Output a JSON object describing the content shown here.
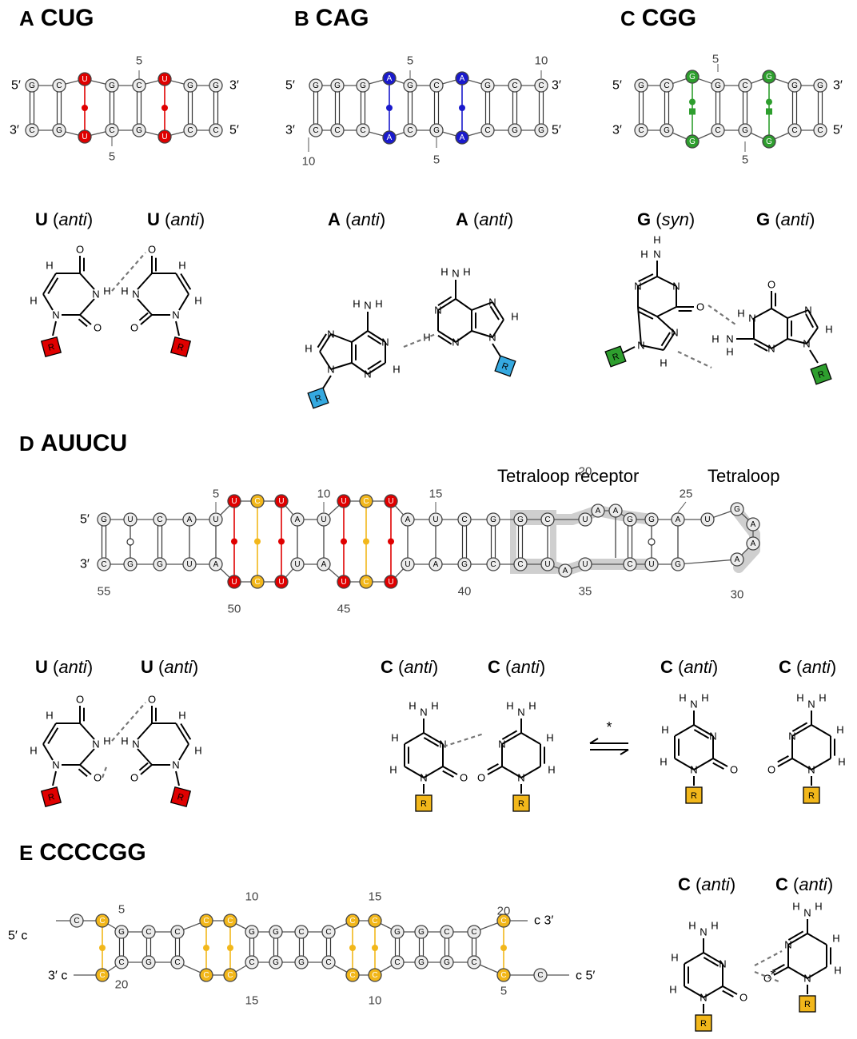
{
  "panels": [
    {
      "letter": "A",
      "title": "CUG"
    },
    {
      "letter": "B",
      "title": "CAG"
    },
    {
      "letter": "C",
      "title": "CGG"
    },
    {
      "letter": "D",
      "title": "AUUCU"
    },
    {
      "letter": "E",
      "title": "CCCCGG"
    }
  ],
  "colors": {
    "red": "#e00000",
    "blue": "#1a1acc",
    "green": "#2e9e2e",
    "yellow": "#f2b71b",
    "cyan": "#35a9e0",
    "gray": "#cfcfcf"
  },
  "captions": {
    "A": [
      {
        "base": "U",
        "conf": "anti"
      },
      {
        "base": "U",
        "conf": "anti"
      }
    ],
    "B": [
      {
        "base": "A",
        "conf": "anti"
      },
      {
        "base": "A",
        "conf": "anti"
      }
    ],
    "C": [
      {
        "base": "G",
        "conf": "syn"
      },
      {
        "base": "G",
        "conf": "anti"
      }
    ],
    "D1": [
      {
        "base": "U",
        "conf": "anti"
      },
      {
        "base": "U",
        "conf": "anti"
      }
    ],
    "D2": [
      {
        "base": "C",
        "conf": "anti"
      },
      {
        "base": "C",
        "conf": "anti"
      }
    ],
    "D3": [
      {
        "base": "C",
        "conf": "anti"
      },
      {
        "base": "C",
        "conf": "anti"
      }
    ],
    "E": [
      {
        "base": "C",
        "conf": "anti"
      },
      {
        "base": "C",
        "conf": "anti"
      }
    ]
  },
  "annotations": {
    "tetraloop_receptor": "Tetraloop receptor",
    "tetraloop": "Tetraloop",
    "asterisk": "*"
  },
  "end_labels": {
    "five": "5′",
    "three": "3′",
    "five_c": "5′ c",
    "three_c": "3′ c",
    "c": "c"
  },
  "structures": {
    "A": {
      "top": [
        "G",
        "C",
        "U",
        "G",
        "C",
        "U",
        "G",
        "G"
      ],
      "bottom": [
        "C",
        "G",
        "U",
        "C",
        "G",
        "U",
        "C",
        "C"
      ],
      "top_numbers": [
        "5"
      ],
      "bottom_numbers": [
        "5"
      ]
    },
    "B": {
      "top": [
        "G",
        "G",
        "A",
        "G",
        "C",
        "A",
        "G",
        "C",
        "C"
      ],
      "bottom": [
        "C",
        "C",
        "A",
        "C",
        "G",
        "A",
        "C",
        "G",
        "G"
      ],
      "top_numbers": [
        "5",
        "10"
      ],
      "bottom_numbers": [
        "10",
        "5"
      ]
    },
    "C": {
      "top": [
        "G",
        "C",
        "G",
        "G",
        "C",
        "G",
        "G",
        "G"
      ],
      "bottom": [
        "C",
        "G",
        "G",
        "C",
        "G",
        "G",
        "C",
        "C"
      ],
      "top_numbers": [
        "5"
      ],
      "bottom_numbers": [
        "5"
      ]
    },
    "D": {
      "top": [
        "G",
        "U",
        "C",
        "A",
        "U",
        "U",
        "C",
        "U",
        "A",
        "U",
        "U",
        "C",
        "U",
        "A",
        "U",
        "C",
        "G",
        "G",
        "C",
        "U",
        "A",
        "A",
        "G",
        "G",
        "A",
        "U"
      ],
      "bottom": [
        "C",
        "G",
        "G",
        "U",
        "A",
        "U",
        "C",
        "U",
        "U",
        "A",
        "U",
        "C",
        "U",
        "U",
        "A",
        "G",
        "C",
        "C",
        "U",
        "A",
        "U",
        "C",
        "U",
        "G"
      ],
      "loop": [
        "G",
        "A",
        "A",
        "A"
      ],
      "top_numbers": [
        "5",
        "10",
        "15",
        "20",
        "25"
      ],
      "bottom_numbers": [
        "55",
        "50",
        "45",
        "40",
        "35",
        "30"
      ]
    },
    "E": {
      "top": [
        "C",
        "C",
        "G",
        "C",
        "C",
        "C",
        "C",
        "G",
        "G",
        "C",
        "C",
        "C",
        "C",
        "G",
        "G",
        "C",
        "C",
        "C"
      ],
      "bottom": [
        "C",
        "C",
        "G",
        "C",
        "C",
        "G",
        "G",
        "C",
        "C",
        "C",
        "C",
        "G",
        "C",
        "C",
        "C",
        "C"
      ],
      "top_numbers": [
        "5",
        "10",
        "15",
        "20"
      ],
      "bottom_numbers": [
        "20",
        "15",
        "10",
        "5"
      ]
    }
  },
  "atoms": {
    "H": "H",
    "N": "N",
    "O": "O",
    "R": "R"
  }
}
